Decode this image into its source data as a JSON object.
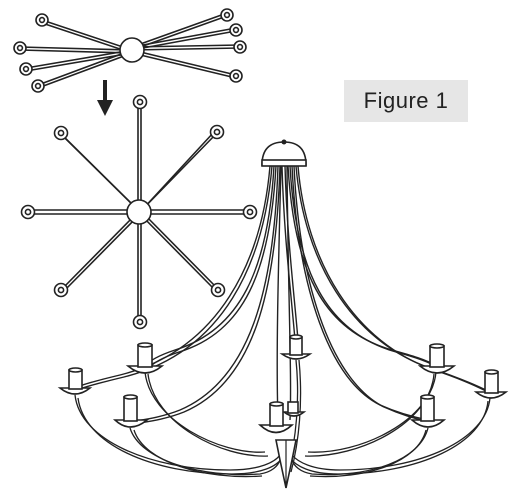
{
  "figure": {
    "label": "Figure 1"
  },
  "diagram": {
    "description_icon_names": [
      "folded-arms-hub",
      "spread-arms-hub",
      "down-arrow",
      "chandelier"
    ]
  }
}
